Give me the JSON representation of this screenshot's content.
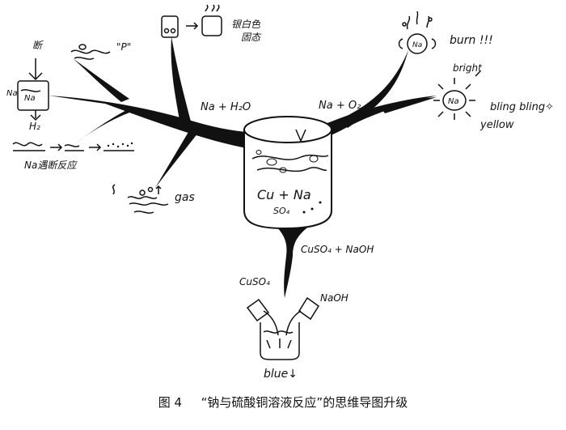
{
  "labels": {
    "na_h2o": "Na + H₂O",
    "na_o2": "Na + O₂",
    "cuso4_naoh_branch": "CuSO₄ + NaOH",
    "cu_na": "Cu + Na",
    "so4": "SO₄",
    "burn": "burn !!!",
    "bright": "bright",
    "bling_bling": "bling bling✧",
    "yellow": "yellow",
    "gas": "gas",
    "p_quote": "\"P\"",
    "na_reaction": "Na遇断反应",
    "silver_white": "银白色",
    "solid": "固态",
    "tilde_arrow": "⇝",
    "na_top": "Na",
    "na_pot": "Na",
    "na_left": "Na",
    "h2": "H₂",
    "cuso4_beaker": "CuSO₄",
    "naoh_beaker": "NaOH",
    "blue": "blue↓",
    "drip": "断",
    "arrow": "→"
  },
  "caption": {
    "figure_no": "图 4",
    "title": "“钠与硫酸铜溶液反应”的思维导图升级"
  }
}
